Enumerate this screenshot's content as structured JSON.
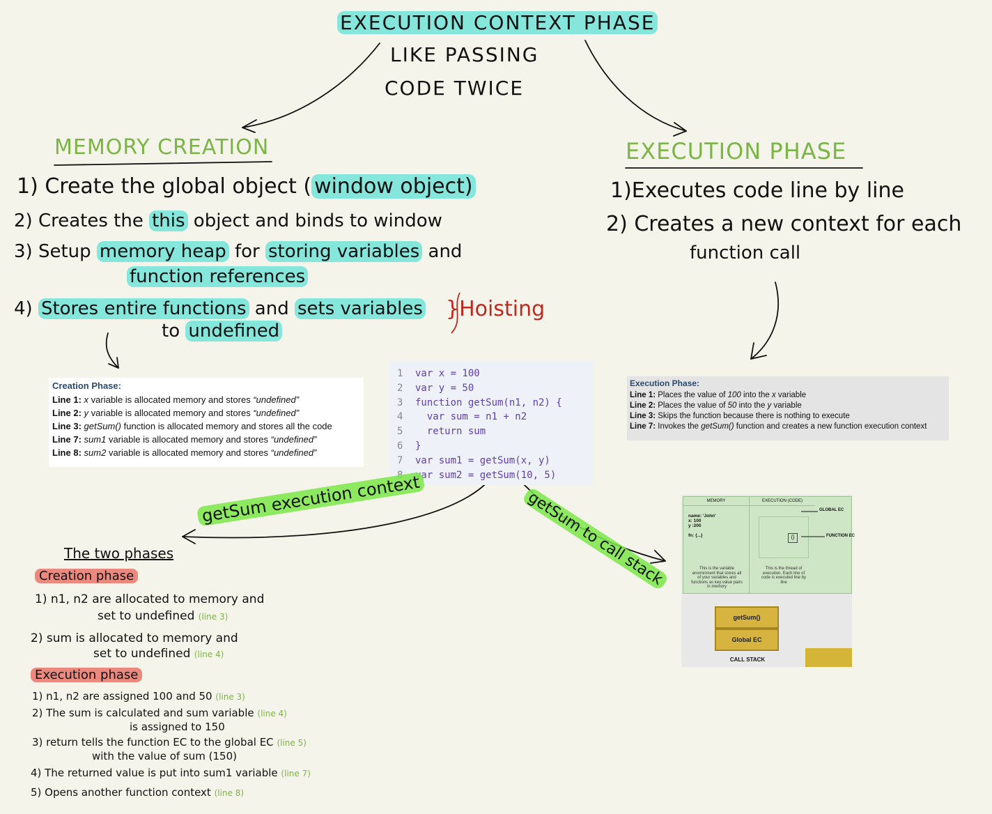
{
  "header": {
    "title": "EXECUTION CONTEXT PHASE",
    "subtitle_line1": "LIKE PASSING",
    "subtitle_line2": "CODE TWICE"
  },
  "memory_creation": {
    "heading": "MEMORY CREATION",
    "items": [
      {
        "num": "1)",
        "text": "Create the global object (",
        "hl": "window object)",
        "after": ""
      },
      {
        "num": "2)",
        "text": "Creates the ",
        "hl": "this",
        "after": " object and binds to window"
      },
      {
        "num": "3)",
        "text": "Setup ",
        "hl": "memory heap",
        "after": " for ",
        "hl2": "storing variables",
        "after2": " and",
        "cont": "function references"
      },
      {
        "num": "4)",
        "hl": "Stores entire functions",
        "after": " and ",
        "hl2": "sets variables",
        "cont_a": "to ",
        "cont_hl": "undefined"
      }
    ],
    "hoisting": "}Hoisting"
  },
  "execution_phase": {
    "heading": "EXECUTION PHASE",
    "item1": "1)Executes code line by line",
    "item2": "2) Creates a new context for each",
    "item2_cont": "function call"
  },
  "creation_panel": {
    "heading": "Creation Phase:",
    "rows": [
      {
        "label": "Line 1:",
        "subject": "x",
        "rest": " variable is allocated memory and stores ",
        "value": "“undefined”"
      },
      {
        "label": "Line 2:",
        "subject": "y",
        "rest": " variable is allocated memory and stores ",
        "value": "“undefined”"
      },
      {
        "label": "Line 3:",
        "subject": "getSum()",
        "rest": " function is allocated memory and stores all the code",
        "value": ""
      },
      {
        "label": "Line 7:",
        "subject": "sum1",
        "rest": " variable is allocated memory and stores ",
        "value": "“undefined”"
      },
      {
        "label": "Line 8:",
        "subject": "sum2",
        "rest": " variable is allocated memory and stores ",
        "value": "“undefined”"
      }
    ]
  },
  "code": [
    {
      "n": "1",
      "t": "var x = 100"
    },
    {
      "n": "2",
      "t": "var y = 50"
    },
    {
      "n": "3",
      "t": "function getSum(n1, n2) {"
    },
    {
      "n": "4",
      "t": "  var sum = n1 + n2"
    },
    {
      "n": "5",
      "t": "  return sum"
    },
    {
      "n": "6",
      "t": "}"
    },
    {
      "n": "7",
      "t": "var sum1 = getSum(x, y)"
    },
    {
      "n": "8",
      "t": "var sum2 = getSum(10, 5)"
    }
  ],
  "execution_panel": {
    "heading": "Execution Phase:",
    "row1_label": "Line 1:",
    "row1_a": " Places the value of ",
    "row1_v": "100",
    "row1_b": " into the ",
    "row1_s": "x",
    "row1_c": " variable",
    "row2_label": "Line 2:",
    "row2_a": " Places the value of ",
    "row2_v": "50",
    "row2_b": " into the ",
    "row2_s": "y",
    "row2_c": " variable",
    "row3_label": "Line 3:",
    "row3_a": " Skips the function because there is nothing to execute",
    "row4_label": "Line 7:",
    "row4_a": " Invokes the ",
    "row4_f": "getSum()",
    "row4_b": " function and creates a new function execution context"
  },
  "annotations": {
    "getsum_ec": "getSum execution context",
    "getsum_stack": "getSum to call stack"
  },
  "ec_diagram": {
    "col_memory": "MEMORY",
    "col_exec": "EXECUTION (CODE)",
    "mem_lines": [
      "name: 'John'",
      "x: 100",
      "y :200",
      "",
      "fn: {...}"
    ],
    "global_ec_label": "GLOBAL EC",
    "function_ec_label": "FUNCTION EC",
    "mem_caption": "This is the variable environment that stores all of your variables and functions as key:value pairs in memory",
    "exec_caption": "This is the thread of execution. Each line of code is executed line by line",
    "stack_items": [
      "getSum()",
      "Global EC"
    ],
    "stack_label": "CALL STACK"
  },
  "two_phases": {
    "title": "The two phases",
    "creation_label": "Creation phase",
    "creation_items": [
      {
        "a": "1) n1, n2 are allocated to memory and",
        "b": "set to undefined",
        "ref": "(line 3)"
      },
      {
        "a": "2) sum is allocated to memory and",
        "b": "set to undefined",
        "ref": "(line 4)"
      }
    ],
    "execution_label": "Execution phase",
    "execution_items": [
      {
        "a": "1) n1, n2 are assigned 100 and 50",
        "ref": "(line 3)",
        "b": ""
      },
      {
        "a": "2) The sum is calculated and sum variable",
        "ref": "(line 4)",
        "b": "is assigned to 150"
      },
      {
        "a": "3) return tells the function EC to the global EC",
        "ref": "(line 5)",
        "b": "with the value of sum (150)"
      },
      {
        "a": "4) The returned value is put into sum1 variable",
        "ref": "(line 7)",
        "b": ""
      },
      {
        "a": "5) Opens another function context",
        "ref": "(line 8)",
        "b": ""
      }
    ]
  }
}
